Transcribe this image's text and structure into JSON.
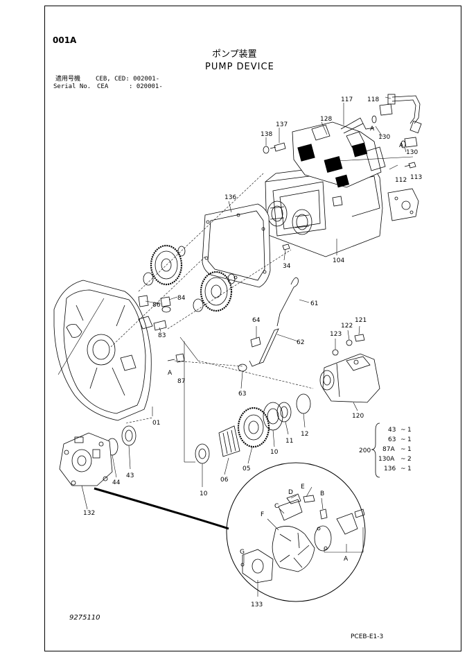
{
  "header": {
    "page_code": "001A",
    "title_jp": "ポンプ装置",
    "title_en": "PUMP DEVICE",
    "applicable_label": "適用号機",
    "applicable_models": "CEB, CED: 002001-",
    "serial_label": "Serial No.",
    "serial_models": "CEA",
    "serial_range": ": 020001-"
  },
  "callouts": [
    "117",
    "118",
    "128",
    "130",
    "130",
    "A",
    "A",
    "138",
    "137",
    "113",
    "112",
    "136",
    "104",
    "34",
    "61",
    "84",
    "86",
    "83",
    "64",
    "62",
    "123",
    "122",
    "121",
    "A",
    "87",
    "01",
    "63",
    "120",
    "11",
    "12",
    "10",
    "05",
    "06",
    "10",
    "44",
    "43",
    "132",
    "B",
    "E",
    "D",
    "C",
    "F",
    "G",
    "A",
    "133"
  ],
  "kit": {
    "parent": "200",
    "items": [
      {
        "part": "43",
        "qty": "1"
      },
      {
        "part": "63",
        "qty": "1"
      },
      {
        "part": "87A",
        "qty": "1"
      },
      {
        "part": "130A",
        "qty": "2"
      },
      {
        "part": "136",
        "qty": "1"
      }
    ]
  },
  "footer": {
    "drawing_no": "9275110",
    "page_ref": "PCEB-E1-3"
  }
}
